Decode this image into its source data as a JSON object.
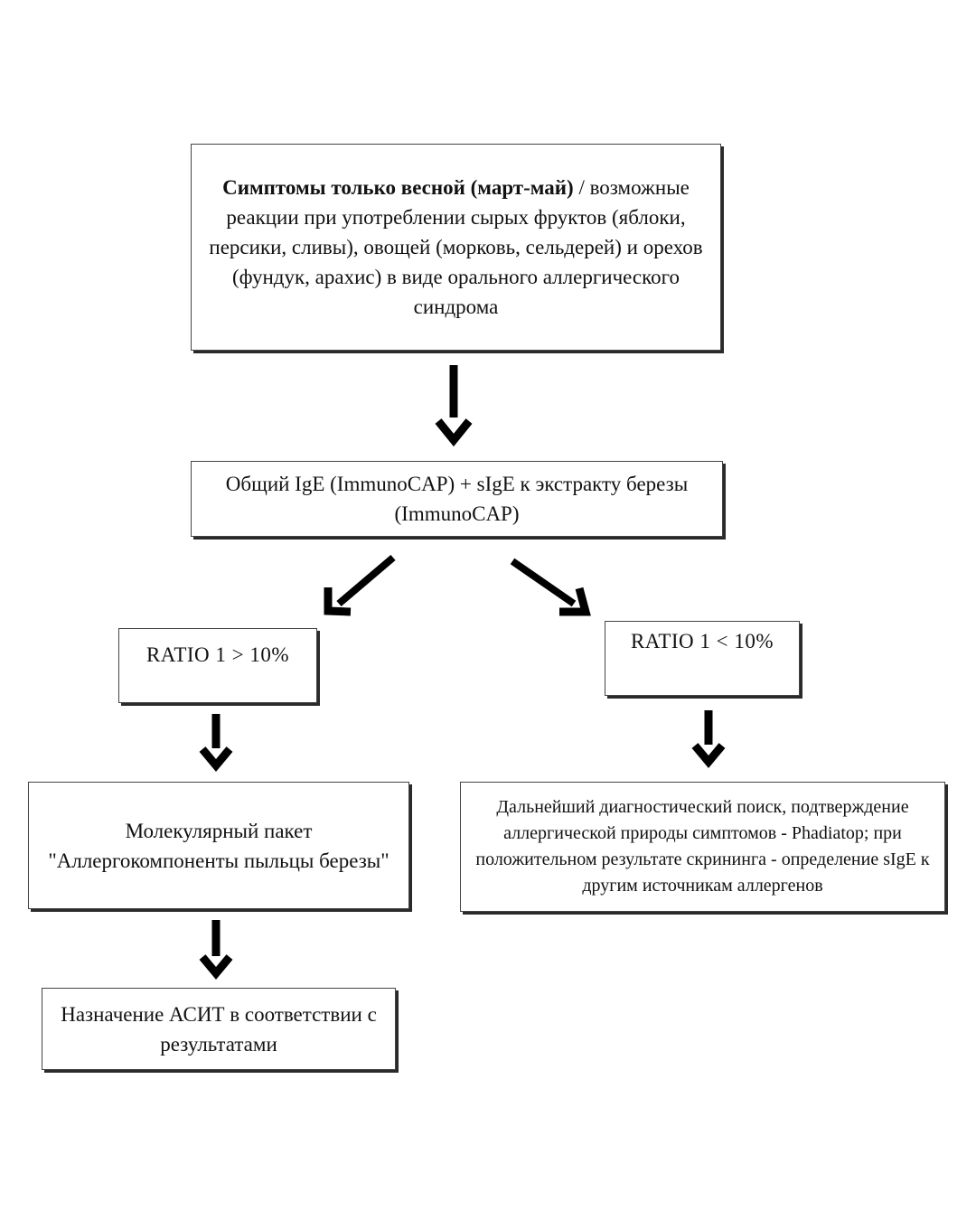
{
  "diagram": {
    "box_symptoms": {
      "bold_part": "Симптомы только весной (март-май)",
      "rest": " / возможные реакции при употреблении сырых фруктов (яблоки, персики, сливы), овощей (морковь, сельдерей) и орехов (фундук, арахис) в виде орального аллергического синдрома"
    },
    "box_tests": "Общий IgE (ImmunoCAP) + sIgE к экстракту березы (ImmunoCAP)",
    "box_ratio_high": "RATIO 1 > 10%",
    "box_ratio_low": "RATIO 1 < 10%",
    "box_molecular": "Молекулярный пакет \"Аллергокомпоненты пыльцы березы\"",
    "box_further": "Дальнейший диагностический поиск, подтверждение аллергической природы симптомов - Phadiatop; при положительном результате скрининга - определение sIgE к другим источникам аллергенов",
    "box_asit": "Назначение АСИТ в соответствии с результатами"
  },
  "colors": {
    "border": "#444444",
    "arrow": "#000000",
    "text": "#111111",
    "background": "#ffffff"
  }
}
